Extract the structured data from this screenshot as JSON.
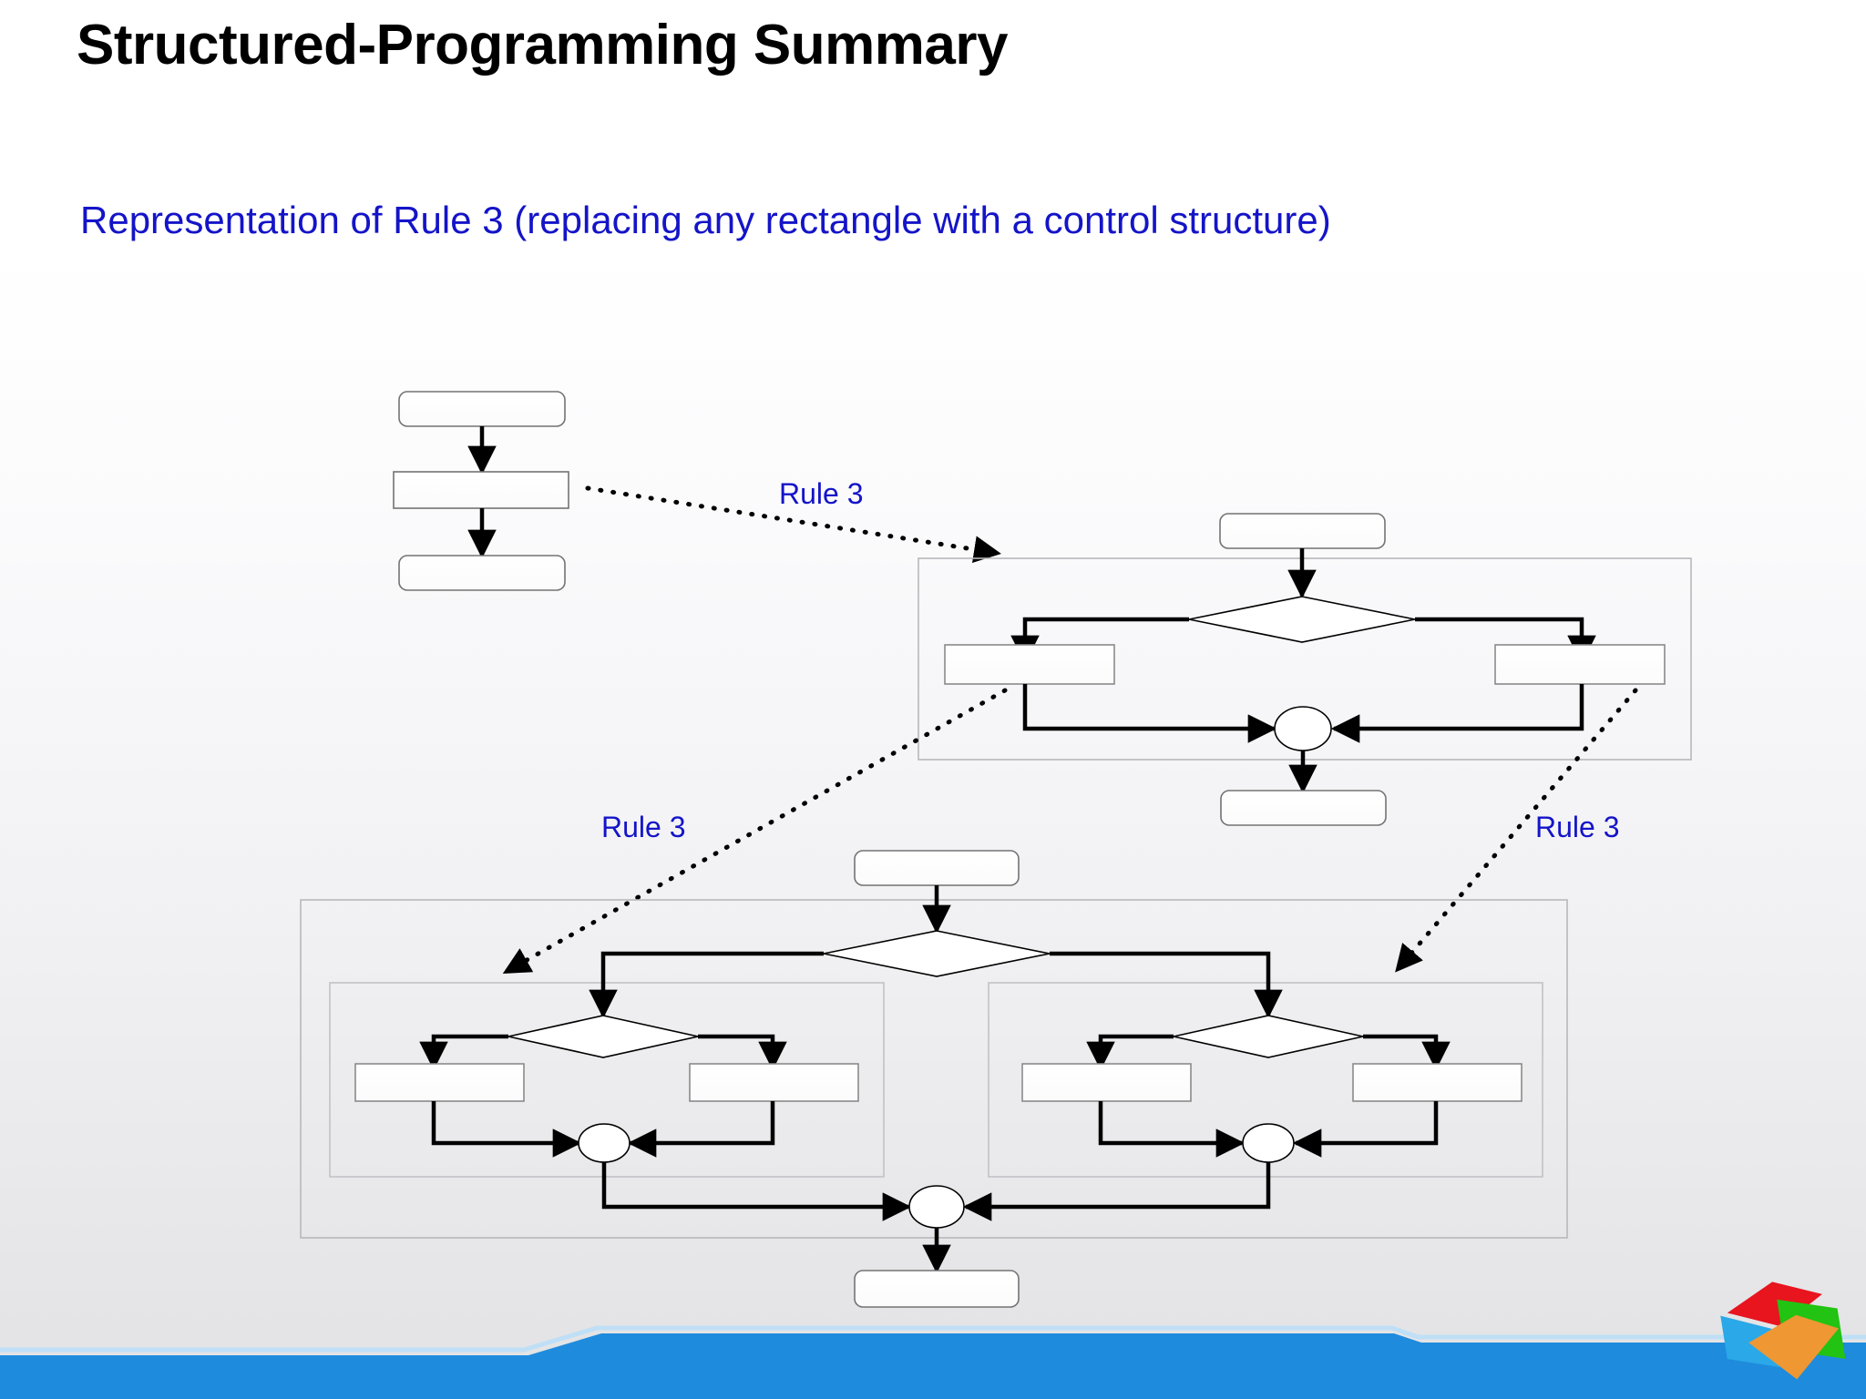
{
  "slide": {
    "title": "Structured-Programming Summary",
    "subtitle": "Representation of Rule 3 (replacing any rectangle with a control structure)",
    "accent_color": "#1414c8",
    "title_color": "#000000",
    "background_top": "#ffffff",
    "background_bottom": "#e2e2e4",
    "ribbon_color": "#1f8bdd",
    "shape_stroke": "#666666",
    "shape_fill": "#ffffff",
    "flow_stroke": "#000000"
  },
  "annotations": [
    {
      "id": "rule-label-1",
      "text": "Rule 3",
      "from": "sequence-stack-middle-rect",
      "to": "if-else-frame"
    },
    {
      "id": "rule-label-2",
      "text": "Rule 3",
      "from": "nested-left-branch-rect",
      "to": "if-else-left-rect"
    },
    {
      "id": "rule-label-3",
      "text": "Rule 3",
      "from": "if-else-right-rect",
      "to": "nested-right-branch-rect"
    }
  ],
  "diagrams": [
    {
      "id": "sequence-stack",
      "name": "Sequence of three statements",
      "nodes": [
        {
          "id": "sequence-start",
          "shape": "rounded-rect",
          "label": ""
        },
        {
          "id": "sequence-middle",
          "shape": "rect",
          "label": ""
        },
        {
          "id": "sequence-end",
          "shape": "rounded-rect",
          "label": ""
        }
      ],
      "edges": [
        {
          "from": "sequence-start",
          "to": "sequence-middle"
        },
        {
          "from": "sequence-middle",
          "to": "sequence-end"
        }
      ]
    },
    {
      "id": "if-else",
      "name": "Single if-else control structure",
      "nodes": [
        {
          "id": "ifelse-start",
          "shape": "rounded-rect",
          "label": ""
        },
        {
          "id": "ifelse-decision",
          "shape": "diamond",
          "label": ""
        },
        {
          "id": "ifelse-true-rect",
          "shape": "rect",
          "label": ""
        },
        {
          "id": "ifelse-false-rect",
          "shape": "rect",
          "label": ""
        },
        {
          "id": "ifelse-merge",
          "shape": "circle",
          "label": ""
        },
        {
          "id": "ifelse-end",
          "shape": "rounded-rect",
          "label": ""
        }
      ],
      "edges": [
        {
          "from": "ifelse-start",
          "to": "ifelse-decision"
        },
        {
          "from": "ifelse-decision",
          "to": "ifelse-true-rect"
        },
        {
          "from": "ifelse-decision",
          "to": "ifelse-false-rect"
        },
        {
          "from": "ifelse-true-rect",
          "to": "ifelse-merge"
        },
        {
          "from": "ifelse-false-rect",
          "to": "ifelse-merge"
        },
        {
          "from": "ifelse-merge",
          "to": "ifelse-end"
        }
      ]
    },
    {
      "id": "nested-if-else",
      "name": "Nested if-else control structures",
      "nodes": [
        {
          "id": "nested-start",
          "shape": "rounded-rect",
          "label": ""
        },
        {
          "id": "nested-decision",
          "shape": "diamond",
          "label": ""
        },
        {
          "id": "nested-left-decision",
          "shape": "diamond",
          "label": ""
        },
        {
          "id": "nested-left-true-rect",
          "shape": "rect",
          "label": ""
        },
        {
          "id": "nested-left-false-rect",
          "shape": "rect",
          "label": ""
        },
        {
          "id": "nested-left-merge",
          "shape": "circle",
          "label": ""
        },
        {
          "id": "nested-right-decision",
          "shape": "diamond",
          "label": ""
        },
        {
          "id": "nested-right-true-rect",
          "shape": "rect",
          "label": ""
        },
        {
          "id": "nested-right-false-rect",
          "shape": "rect",
          "label": ""
        },
        {
          "id": "nested-right-merge",
          "shape": "circle",
          "label": ""
        },
        {
          "id": "nested-merge",
          "shape": "circle",
          "label": ""
        },
        {
          "id": "nested-end",
          "shape": "rounded-rect",
          "label": ""
        }
      ],
      "edges": [
        {
          "from": "nested-start",
          "to": "nested-decision"
        },
        {
          "from": "nested-decision",
          "to": "nested-left-decision"
        },
        {
          "from": "nested-decision",
          "to": "nested-right-decision"
        },
        {
          "from": "nested-left-decision",
          "to": "nested-left-true-rect"
        },
        {
          "from": "nested-left-decision",
          "to": "nested-left-false-rect"
        },
        {
          "from": "nested-left-true-rect",
          "to": "nested-left-merge"
        },
        {
          "from": "nested-left-false-rect",
          "to": "nested-left-merge"
        },
        {
          "from": "nested-right-decision",
          "to": "nested-right-true-rect"
        },
        {
          "from": "nested-right-decision",
          "to": "nested-right-false-rect"
        },
        {
          "from": "nested-right-true-rect",
          "to": "nested-right-merge"
        },
        {
          "from": "nested-right-false-rect",
          "to": "nested-right-merge"
        },
        {
          "from": "nested-left-merge",
          "to": "nested-merge"
        },
        {
          "from": "nested-right-merge",
          "to": "nested-merge"
        },
        {
          "from": "nested-merge",
          "to": "nested-end"
        }
      ]
    }
  ],
  "logo": {
    "name": "cube-logo",
    "faces": [
      "#e8141e",
      "#22c312",
      "#2aa8e8",
      "#ee9733"
    ]
  }
}
